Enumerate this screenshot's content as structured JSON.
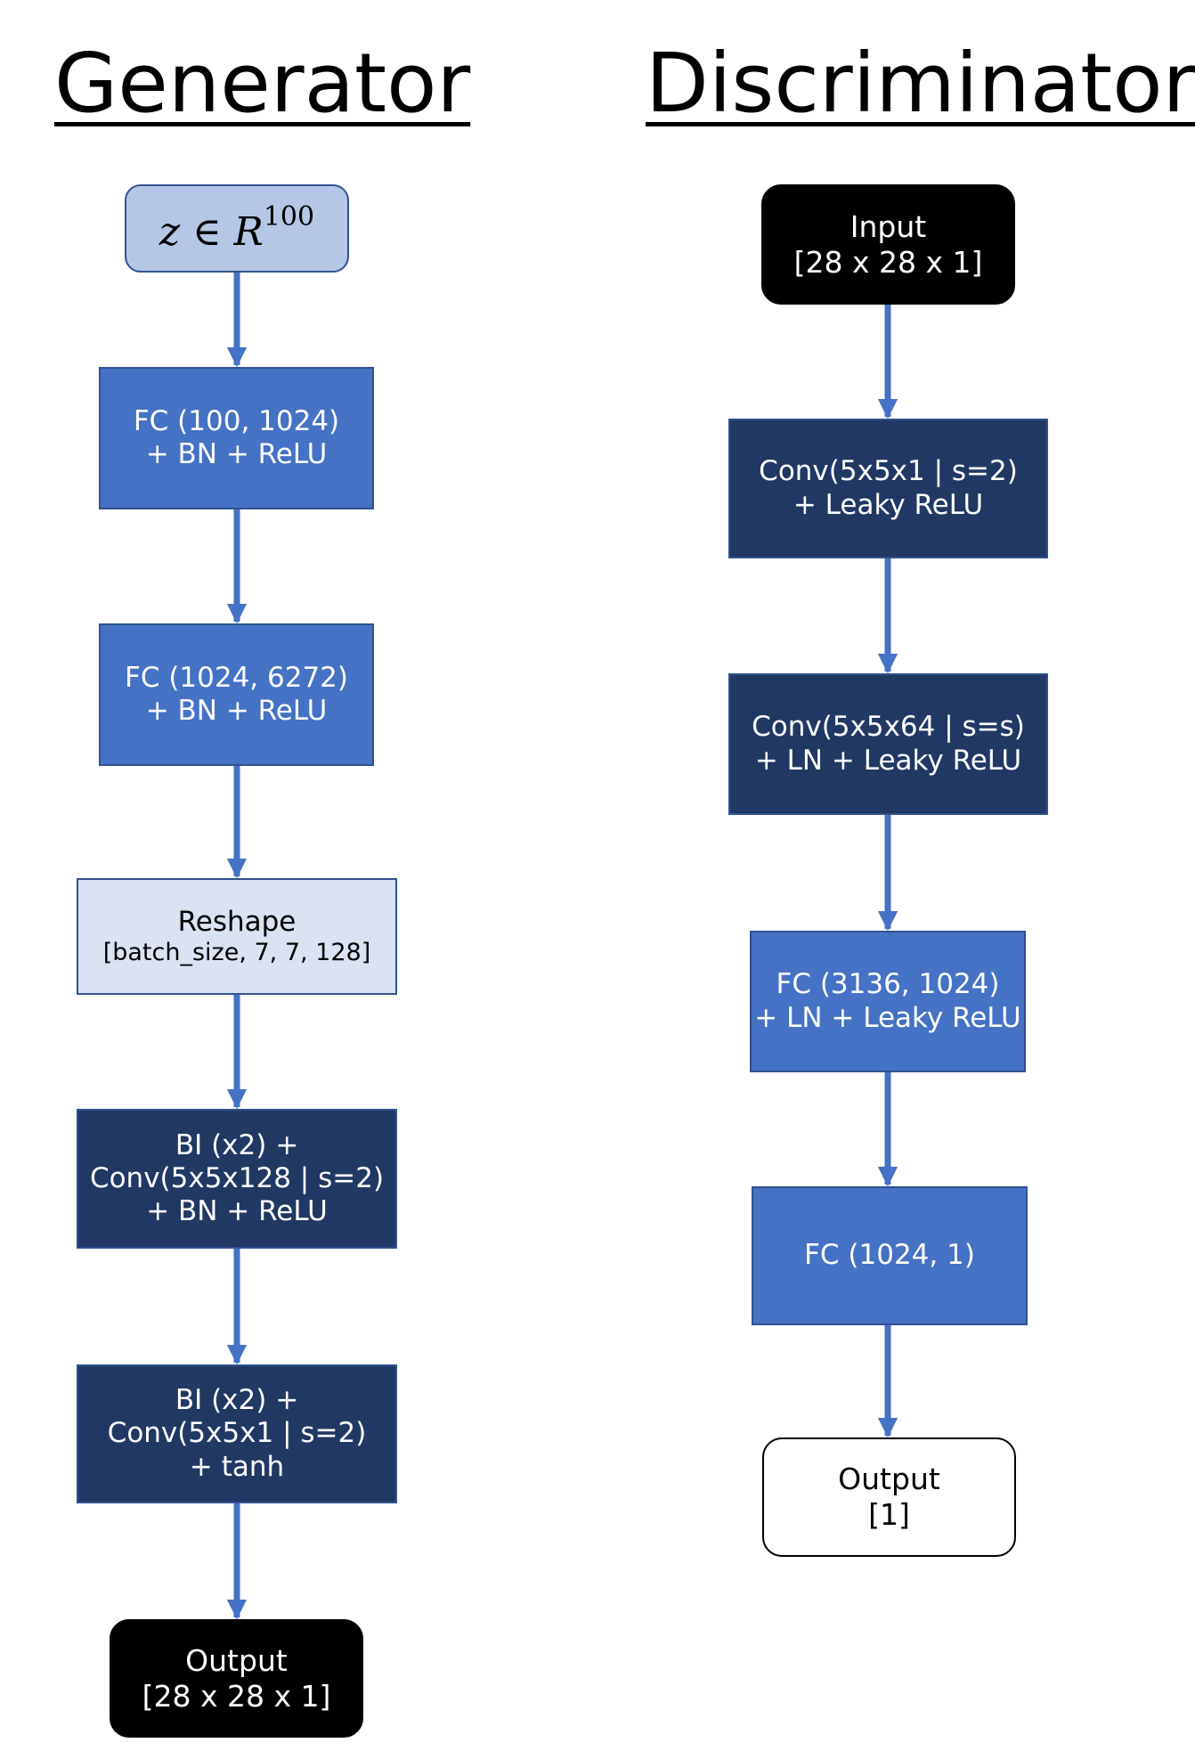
{
  "generator": {
    "title": "Generator",
    "latent": {
      "var": "z",
      "in": "∈",
      "space": "R",
      "exp": "100"
    },
    "blocks": [
      {
        "lines": [
          "FC (100, 1024)",
          "+ BN + ReLU"
        ]
      },
      {
        "lines": [
          "FC (1024, 6272)",
          "+ BN + ReLU"
        ]
      },
      {
        "lines": [
          "Reshape",
          "[batch_size, 7, 7, 128]"
        ]
      },
      {
        "lines": [
          "BI (x2) +",
          "Conv(5x5x128 | s=2)",
          "+ BN + ReLU"
        ]
      },
      {
        "lines": [
          "BI (x2) +",
          "Conv(5x5x1 | s=2)",
          "+ tanh"
        ]
      }
    ],
    "output": {
      "lines": [
        "Output",
        "[28 x 28 x 1]"
      ]
    }
  },
  "discriminator": {
    "title": "Discriminator",
    "input": {
      "lines": [
        "Input",
        "[28 x 28 x 1]"
      ]
    },
    "blocks": [
      {
        "lines": [
          "Conv(5x5x1 | s=2)",
          "+ Leaky ReLU"
        ]
      },
      {
        "lines": [
          "Conv(5x5x64 | s=s)",
          "+ LN + Leaky ReLU"
        ]
      },
      {
        "lines": [
          "FC (3136, 1024)",
          "+ LN + Leaky ReLU"
        ]
      },
      {
        "lines": [
          "FC (1024, 1)"
        ]
      }
    ],
    "output": {
      "lines": [
        "Output",
        "[1]"
      ]
    }
  },
  "colors": {
    "fc_block": "#4472c4",
    "conv_block": "#203864",
    "reshape_block": "#dae3f3",
    "latent_block": "#b4c7e7",
    "arrow": "#4472c4"
  }
}
